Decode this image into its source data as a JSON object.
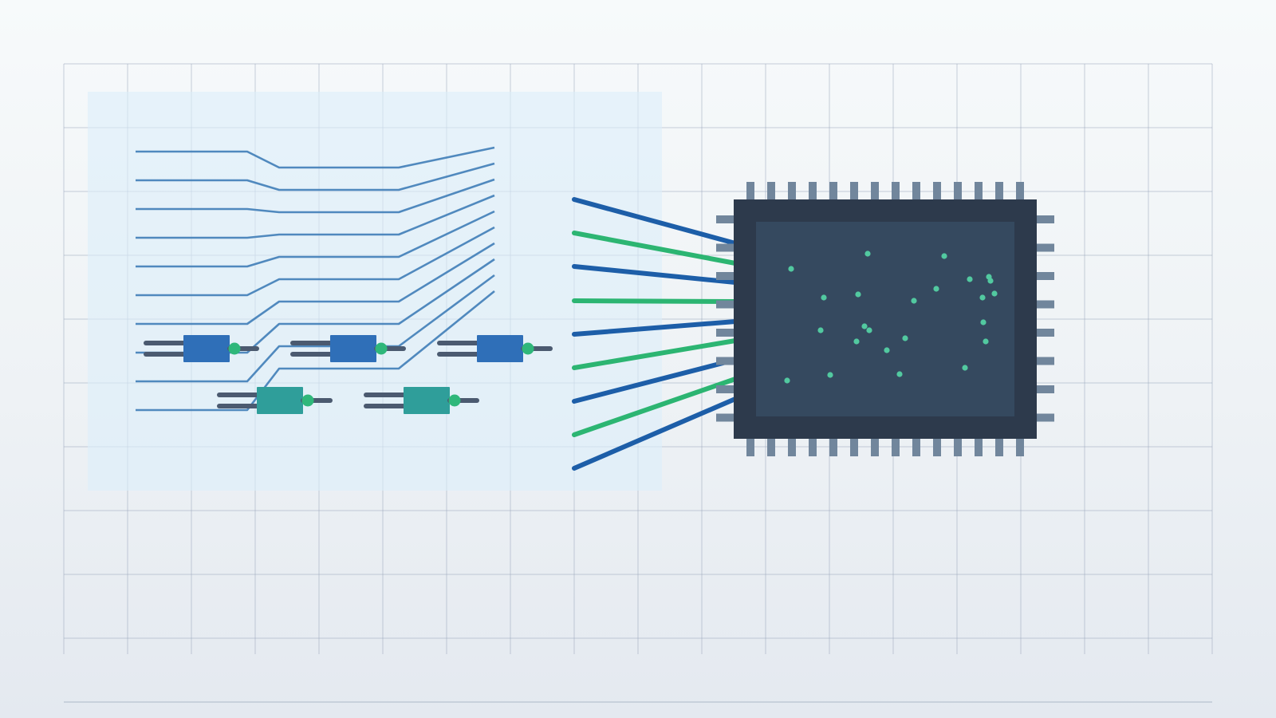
{
  "colors": {
    "grid_line": "#9aa8bb",
    "panel_fill": "#dceefa",
    "harness_wire": "#3f7db7",
    "resistor_blue": "#2f6fb8",
    "resistor_teal": "#2f9e9a",
    "lead_gray": "#4b5a70",
    "node_green": "#2fb77a",
    "bus_blue": "#1d5ea8",
    "bus_green": "#2cb572",
    "chip_body": "#2d3a4c",
    "chip_die": "#35495f",
    "chip_pin": "#71869c",
    "chip_dot": "#52c9a0"
  },
  "icons": {
    "resistor": "resistor-icon",
    "chip": "microchip-icon"
  },
  "components": {
    "resistors_blue_count": 3,
    "resistors_teal_count": 2,
    "harness_wire_count": 10,
    "bus_line_count": 9,
    "chip_pins_per_top_side": 14,
    "chip_pins_per_bottom_side": 14,
    "chip_pins_per_left_side": 8,
    "chip_pins_per_right_side": 8
  }
}
